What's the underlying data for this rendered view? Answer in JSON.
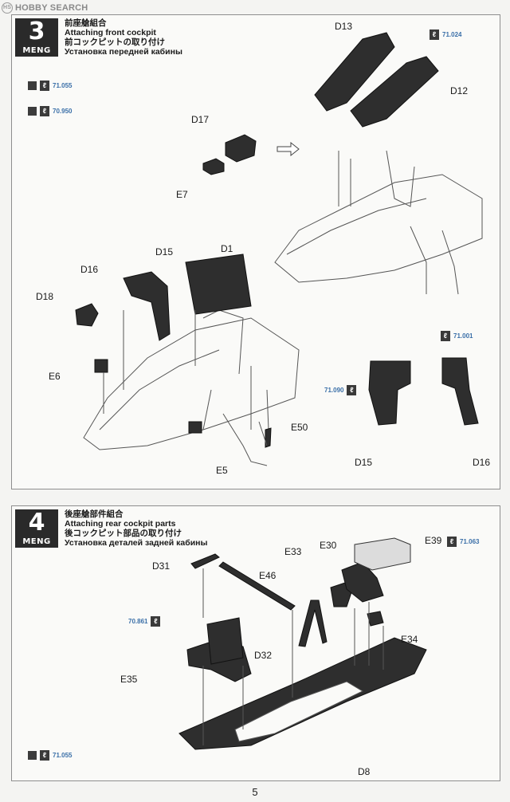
{
  "watermark": {
    "text": "HOBBY SEARCH",
    "logo": "HS"
  },
  "page_number": "5",
  "steps": [
    {
      "number": "3",
      "brand": "MENG",
      "title_zh": "前座艙組合",
      "title_en": "Attaching front cockpit",
      "title_ja": "前コックピットの取り付け",
      "title_ru": "Установка передней кабины",
      "paint_refs": [
        "71.055",
        "70.950",
        "71.024",
        "71.001",
        "71.090"
      ],
      "parts": [
        "D13",
        "D12",
        "D17",
        "E7",
        "D1",
        "D15",
        "D16",
        "D18",
        "E6",
        "E50",
        "E5",
        "D15",
        "D16"
      ]
    },
    {
      "number": "4",
      "brand": "MENG",
      "title_zh": "後座艙部件組合",
      "title_en": "Attaching rear cockpit parts",
      "title_ja": "後コックピット部品の取り付け",
      "title_ru": "Установка деталей задней кабины",
      "paint_refs": [
        "70.861",
        "71.063",
        "71.055"
      ],
      "parts": [
        "D31",
        "E46",
        "E33",
        "E30",
        "E39",
        "E35",
        "D32",
        "E34",
        "D8"
      ]
    }
  ],
  "colors": {
    "part_dark": "#2e2e2e",
    "paint_ref_text": "#3a6fa8",
    "outline": "#555555"
  },
  "icons": [
    "paint-swatch",
    "brush-icon",
    "assembly-arrow"
  ]
}
